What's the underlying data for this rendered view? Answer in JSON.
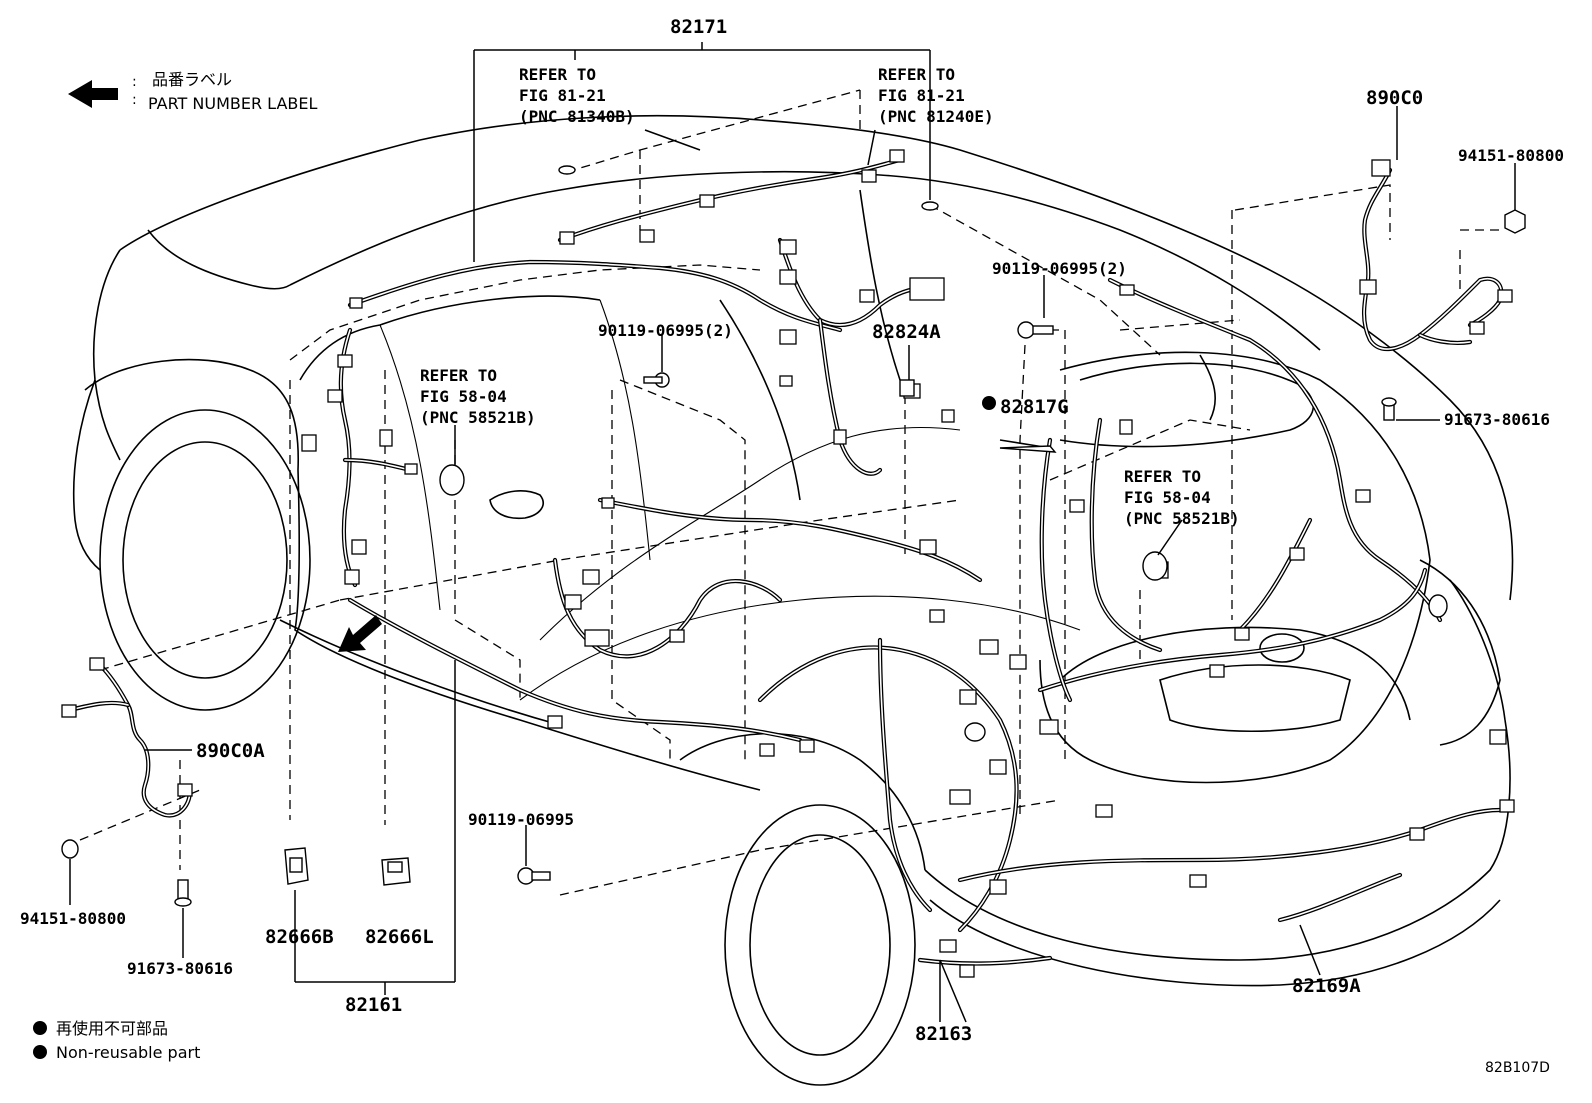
{
  "legend": {
    "label_jp": "品番ラベル",
    "label_en": "PART NUMBER LABEL",
    "non_reusable_jp": "再使用不可部品",
    "non_reusable_en": "Non-reusable part"
  },
  "figure_id": "82B107D",
  "refs": [
    {
      "line1": "REFER TO",
      "line2": "FIG 81-21",
      "line3": "(PNC 81340B)"
    },
    {
      "line1": "REFER TO",
      "line2": "FIG 81-21",
      "line3": "(PNC 81240E)"
    },
    {
      "line1": "REFER TO",
      "line2": "FIG 58-04",
      "line3": "(PNC 58521B)"
    },
    {
      "line1": "REFER TO",
      "line2": "FIG 58-04",
      "line3": "(PNC 58521B)"
    }
  ],
  "parts": {
    "p82171": "82171",
    "p890C0": "890C0",
    "p94151_a": "94151-80800",
    "p90119_2a": "90119-06995(2)",
    "p82824A": "82824A",
    "p90119_2b": "90119-06995(2)",
    "p82817G": "82817G",
    "p91673_a": "91673-80616",
    "p890C0A": "890C0A",
    "p90119": "90119-06995",
    "p94151_b": "94151-80800",
    "p91673_b": "91673-80616",
    "p82666B": "82666B",
    "p82666L": "82666L",
    "p82161": "82161",
    "p82163": "82163",
    "p82169A": "82169A"
  }
}
